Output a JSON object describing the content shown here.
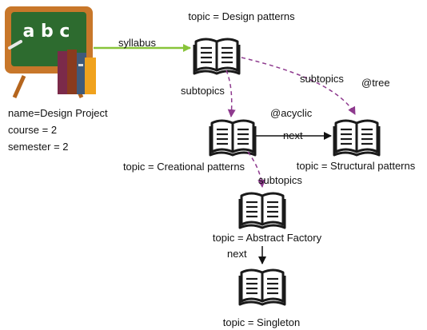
{
  "nodes": {
    "design": {
      "label": "topic = Design patterns"
    },
    "creational": {
      "label": "topic = Creational patterns"
    },
    "structural": {
      "label": "topic = Structural patterns"
    },
    "abstract": {
      "label": "topic = Abstract Factory"
    },
    "singleton": {
      "label": "topic = Singleton"
    }
  },
  "project": {
    "lines": [
      "name=Design Project",
      "course = 2",
      "semester = 2"
    ],
    "board_letters": "a b c"
  },
  "edges": {
    "syllabus": "syllabus",
    "subtopics_1": "subtopics",
    "subtopics_2": "subtopics",
    "subtopics_3": "subtopics",
    "next_1": "next",
    "next_2": "next"
  },
  "annotations": {
    "tree": "@tree",
    "acyclic": "@acyclic"
  },
  "colors": {
    "syllabus_edge": "#88c43a",
    "subtopics_edge": "#8e3a8e",
    "next_edge": "#111111",
    "board": "#2d6b2f",
    "frame": "#b5651d"
  }
}
